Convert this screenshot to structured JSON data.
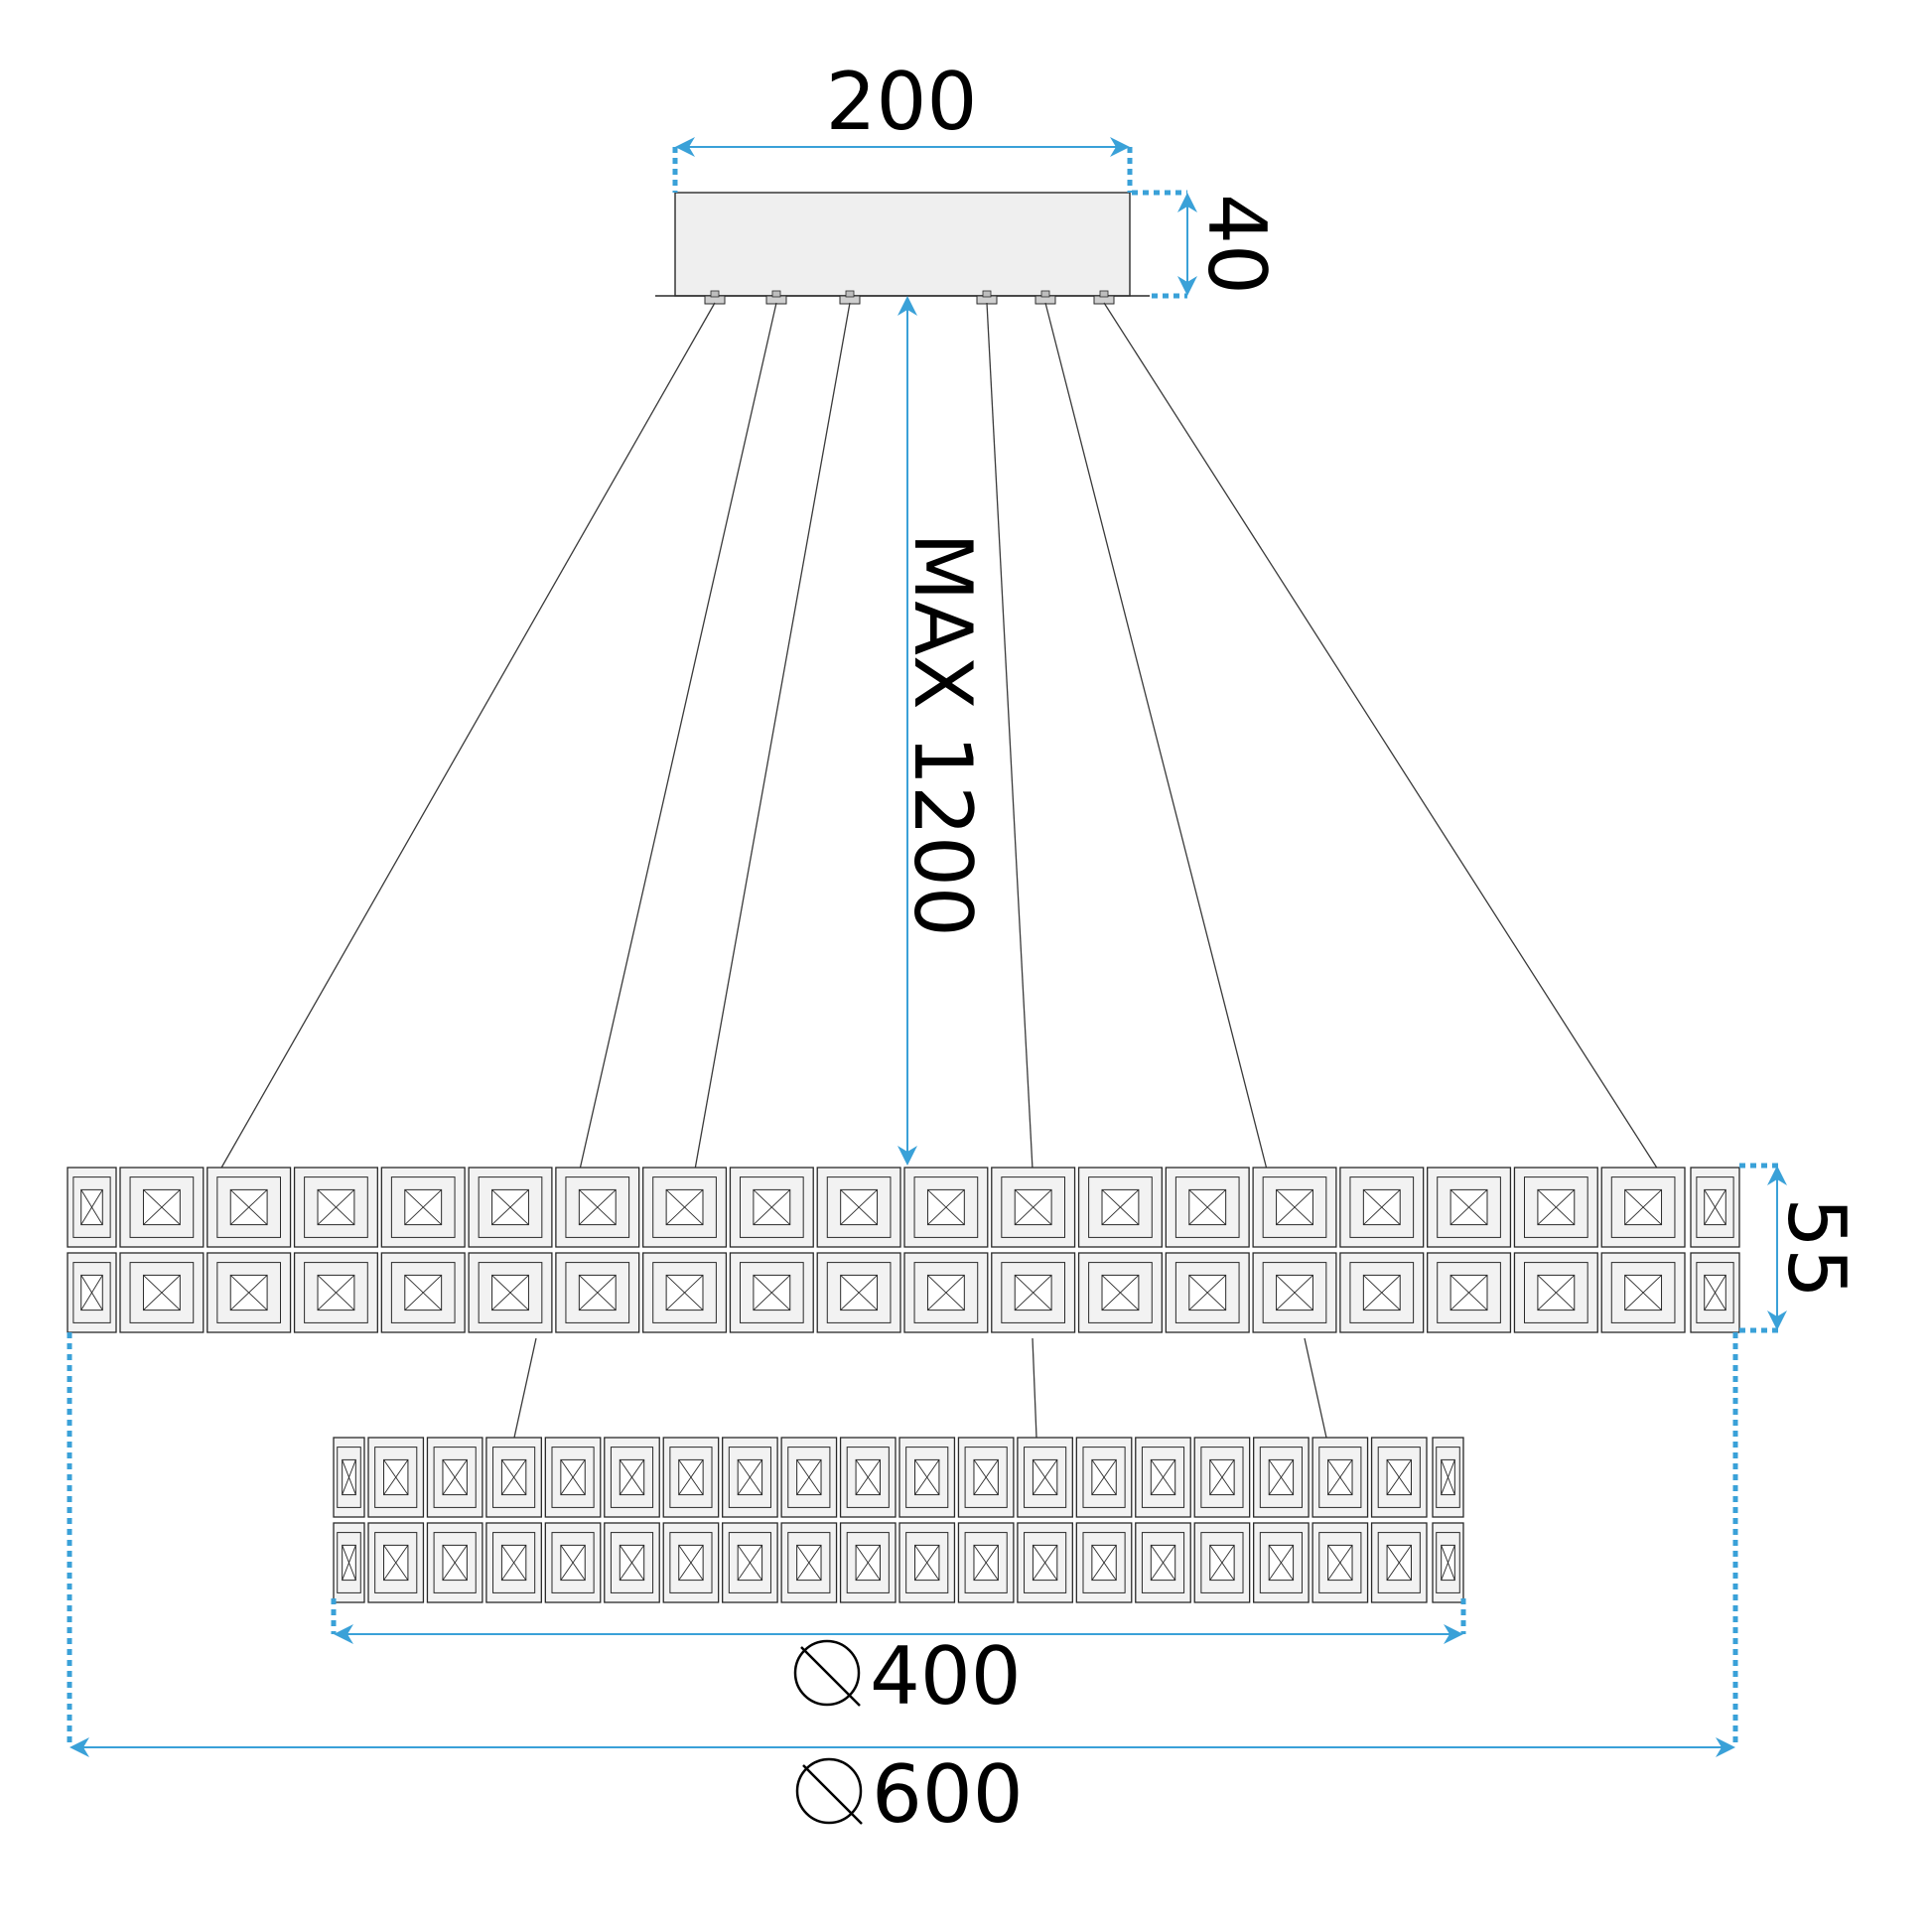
{
  "colors": {
    "dimension": "#3aa1d8",
    "line": "#2a2a2a",
    "canopy_fill": "#efefef",
    "crystal_fill": "#f2f2f2"
  },
  "labels": {
    "canopy_width": "200",
    "canopy_height": "40",
    "max_drop": "MAX 1200",
    "ring_height": "55",
    "small_diameter": "400",
    "large_diameter": "600"
  },
  "icons": {
    "diameter": "diameter-symbol-icon"
  }
}
